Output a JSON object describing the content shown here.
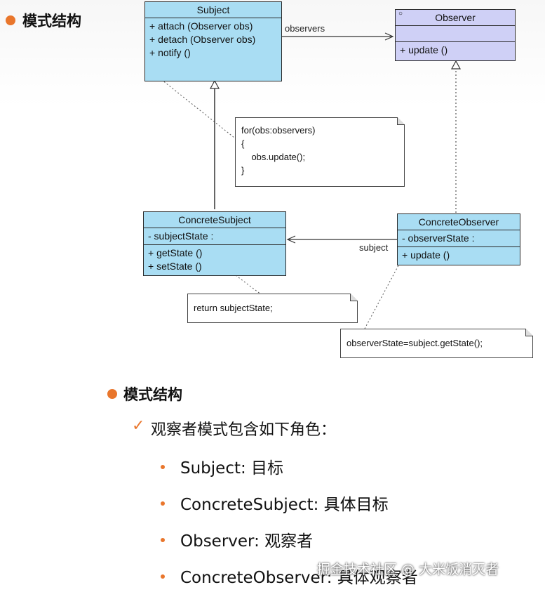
{
  "header": {
    "title": "模式结构"
  },
  "diagram": {
    "subject": {
      "name": "Subject",
      "ops": [
        "+ attach (Observer obs)",
        "+ detach (Observer obs)",
        "+ notify ()"
      ]
    },
    "observer": {
      "stereo": "○",
      "name": "Observer",
      "ops": [
        "+ update ()"
      ]
    },
    "concrete_subject": {
      "name": "ConcreteSubject",
      "attrs": [
        "- subjectState :"
      ],
      "ops": [
        "+ getState ()",
        "+ setState ()"
      ]
    },
    "concrete_observer": {
      "name": "ConcreteObserver",
      "attrs": [
        "- observerState :"
      ],
      "ops": [
        "+ update ()"
      ]
    },
    "labels": {
      "observers": "observers",
      "subject": "subject"
    },
    "notes": {
      "notify": [
        "for(obs:observers)",
        "{",
        "    obs.update();",
        "}"
      ],
      "get_state": [
        "return subjectState;"
      ],
      "update": [
        "observerState=subject.getState();"
      ]
    }
  },
  "section": {
    "title": "模式结构",
    "intro": "观察者模式包含如下角色：",
    "items": [
      "Subject: 目标",
      "ConcreteSubject: 具体目标",
      "Observer: 观察者",
      "ConcreteObserver: 具体观察者"
    ]
  },
  "watermark": "掘金技术社区 @ 大米饭消灭者",
  "colors": {
    "accent": "#e9762c",
    "class_fill": "#a9ddf3",
    "interface_fill": "#cfd0f6"
  }
}
